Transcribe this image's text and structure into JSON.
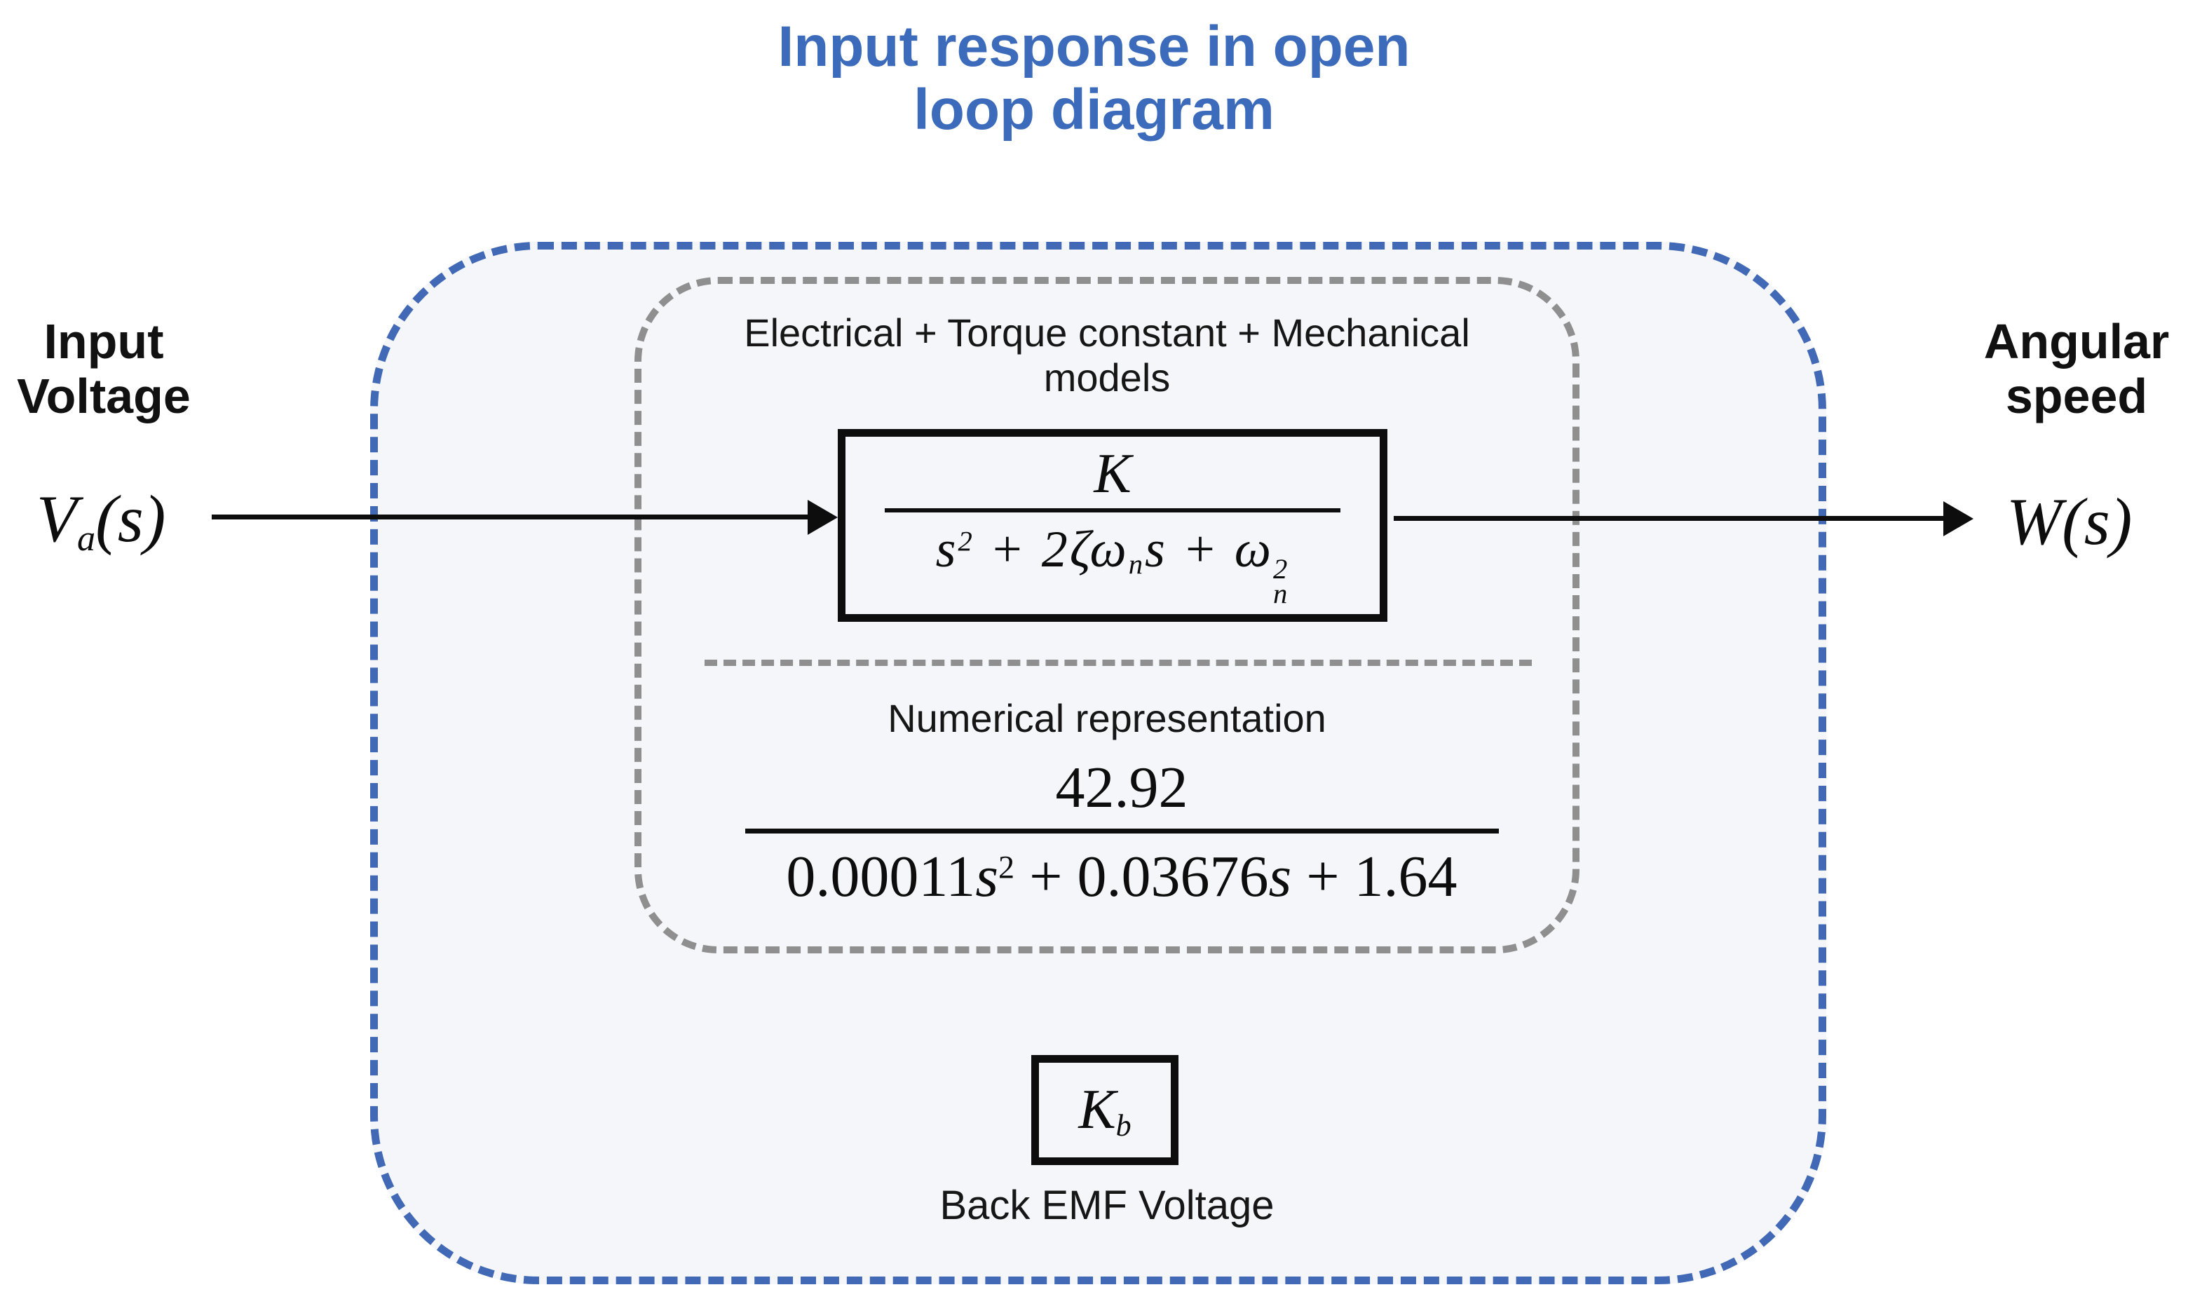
{
  "title": {
    "line1": "Input response in open",
    "line2": "loop diagram"
  },
  "input": {
    "label_line1": "Input",
    "label_line2": "Voltage",
    "signal_html": "V<sub>a</sub>(s)"
  },
  "output": {
    "label_line1": "Angular",
    "label_line2": "speed",
    "signal_html": "W(s)"
  },
  "system_group": {
    "header_line1": "Electrical + Torque constant + Mechanical",
    "header_line2": "models",
    "symbolic_transfer_function": {
      "numerator_html": "K",
      "denominator_html": "s<sup>2</sup> + 2ζω<sub>n</sub>s + ω<span class='ss'><sup>2</sup><sub>n</sub></span>"
    },
    "numerical_label": "Numerical representation",
    "numerical_transfer_function": {
      "numerator_html": "42.92",
      "denominator_html": "0.00011<i>s</i><sup>2</sup> + 0.03676<i>s</i> + 1.64"
    }
  },
  "back_emf": {
    "symbol_html": "K<sub>b</sub>",
    "caption": "Back EMF Voltage"
  },
  "colors": {
    "title_blue": "#3C6BBB",
    "dash_blue": "#4169B5",
    "dash_gray": "#8F8F8F",
    "ink": "#0D0D0D",
    "panel_fill": "#F4F6FA",
    "page_bg": "#FFFFFF"
  }
}
